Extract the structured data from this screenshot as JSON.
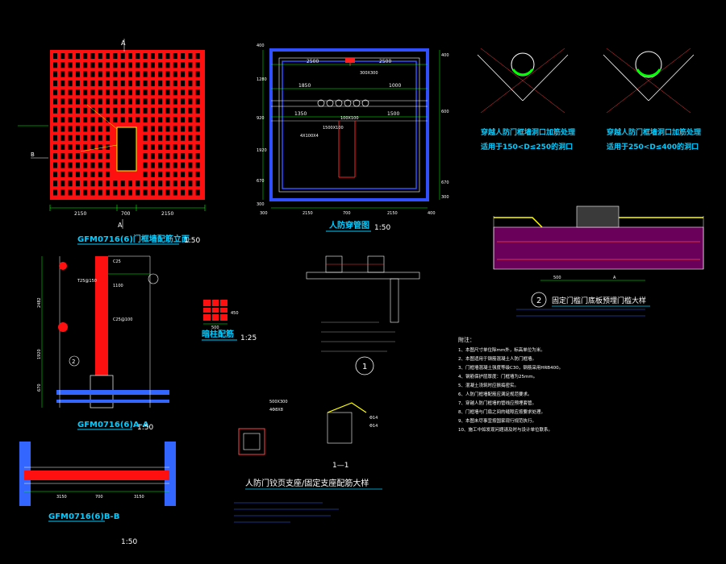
{
  "colors": {
    "background": "#000000",
    "rebar": "#ff0000",
    "dimension": "#00ff00",
    "frame": "#0000ff",
    "steel": "#3366ff",
    "linework": "#ffffff",
    "label": "#ffff00",
    "title": "#00ccff",
    "hatch": "#ff00ff",
    "accent": "#00ffff"
  },
  "elevation": {
    "title": "GFM0716(6)门框墙配筋立面",
    "scale": "1:50",
    "dims_bottom": [
      "2150",
      "700",
      "2150"
    ],
    "section_mark": "A",
    "side_mark": "B"
  },
  "pipe_plan": {
    "title": "人防穿管图",
    "scale": "1:50",
    "dims_top": [
      "2500",
      "2500"
    ],
    "dims_mid": [
      "1850",
      "1000"
    ],
    "dims_low": [
      "1350",
      "1500"
    ],
    "dims_bottom": [
      "300",
      "2150",
      "700",
      "2150",
      "400"
    ],
    "dims_left": [
      "400",
      "1280",
      "920",
      "1920",
      "670",
      "300"
    ],
    "dims_right": [
      "400",
      "600",
      "670",
      "300"
    ],
    "labels": [
      "100X100",
      "1500X100",
      "300X300",
      "4X100X4"
    ]
  },
  "sleeves": {
    "left_caption": "穿越人防门框墙洞口加筋处理",
    "left_range": "适用于150<D≤250的洞口",
    "right_caption": "穿越人防门框墙洞口加筋处理",
    "right_range": "适用于250<D≤400的洞口"
  },
  "sill": {
    "title": "固定门槛门底板预埋门槛大样",
    "number": "2",
    "dims": [
      "500",
      "A"
    ]
  },
  "section_aa": {
    "title": "GFM0716(6)A-A",
    "scale": "1:50",
    "dims_left": [
      "2482",
      "1920",
      "670"
    ],
    "labels": [
      "C25",
      "T25@150",
      "C25@100",
      "1100",
      "2"
    ]
  },
  "column": {
    "title": "暗柱配筋",
    "scale": "1:25",
    "dims": [
      "500",
      "450"
    ]
  },
  "section_bb": {
    "title": "GFM0716(6)B-B",
    "scale": "1:50",
    "dims_bottom": [
      "3150",
      "700",
      "3150"
    ]
  },
  "detail1": {
    "number": "1"
  },
  "hinge": {
    "title": "人防门铰页支座/固定支座配筋大样",
    "cut": "1—1",
    "labels": [
      "500X300",
      "4Φ8X8",
      "Φ14",
      "Φ14"
    ]
  },
  "notes": {
    "heading": "附注：",
    "items": [
      "1、本图尺寸单位除mm外，标高单位为米。",
      "2、本图适用于钢筋混凝土人防门框墙。",
      "3、门框墙混凝土强度等级C30，钢筋采用HRB400。",
      "4、钢筋保护层厚度：门框墙为25mm。",
      "5、混凝土浇筑时应振捣密实。",
      "6、人防门框墙配筋应满足规范要求。",
      "7、穿越人防门框墙的管线应预埋套管。",
      "8、门框墙与门扇之间的缝隙应按要求处理。",
      "9、本图未尽事宜按国家现行规范执行。",
      "10、施工中如发现问题请及时与设计单位联系。"
    ]
  }
}
